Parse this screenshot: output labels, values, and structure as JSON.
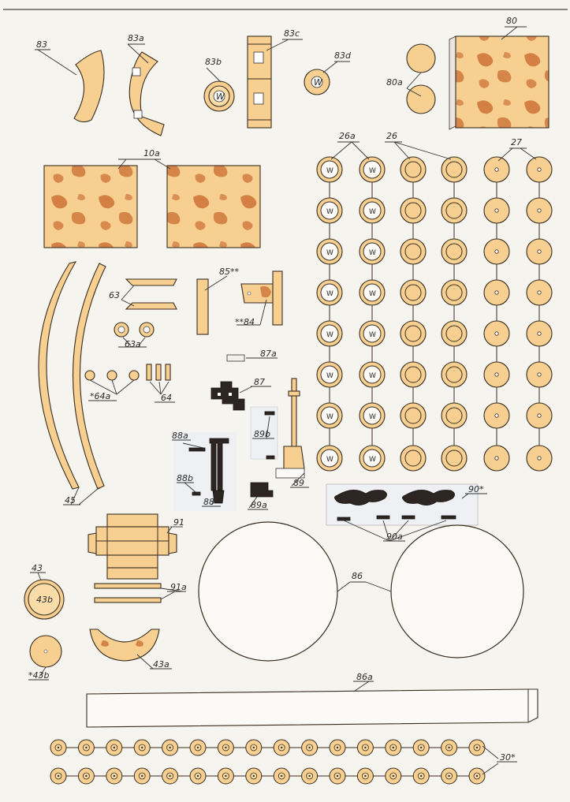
{
  "sheet": {
    "labels": {
      "p83": "83",
      "p83a": "83a",
      "p83c": "83c",
      "p83b": "83b",
      "p83d": "83d",
      "p80": "80",
      "p80a": "80a",
      "p10a": "10a",
      "p26a": "26a",
      "p26": "26",
      "p27": "27",
      "p63": "63",
      "p63a": "63a",
      "p85": "85**",
      "p84": "**84",
      "p64a": "*64a",
      "p64": "64",
      "p87a": "87a",
      "p87": "87",
      "p88a": "88a",
      "p89b": "89b",
      "p88b": "88b",
      "p88": "88",
      "p89a": "89a",
      "p89": "89",
      "p90": "90*",
      "p90a": "90a",
      "p45": "45",
      "p91": "91",
      "p91a": "91a",
      "p43": "43",
      "p43b": "43b",
      "p86": "86",
      "p86a": "86a",
      "p43b2": "*43b",
      "p43a": "43a",
      "p30": "30*"
    },
    "wheel_mark": "W"
  },
  "colors": {
    "paper": "#f5f4ef",
    "part": "#f6cf91",
    "rust": "#c8652a",
    "dark": "#2d2522"
  }
}
